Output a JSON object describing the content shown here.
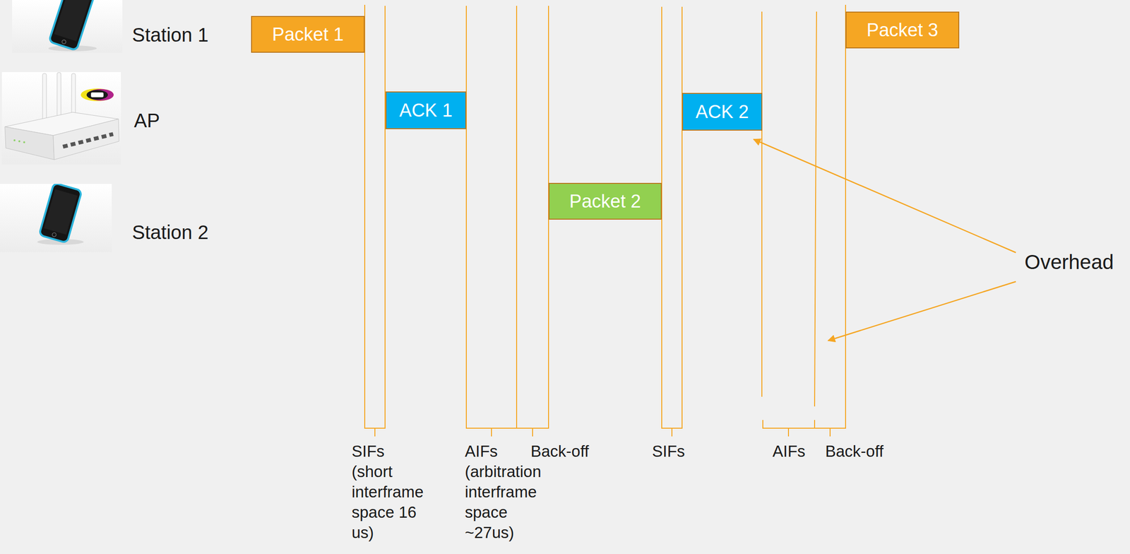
{
  "diagram": {
    "nodes": [
      {
        "text": [
          "Packet 1"
        ]
      },
      {
        "text": [
          "ACK 1"
        ]
      },
      {
        "text": [
          "Packet 2"
        ]
      },
      {
        "text": [
          "ACK 2"
        ]
      },
      {
        "text": [
          "Packet 3"
        ]
      }
    ],
    "labels": [
      "Station 1",
      "AP",
      "Station 2",
      "SIFs (short interframe space 16 us)",
      "AIFs (arbitration interframe space ~27us)",
      "Back-off",
      "SIFs",
      "AIFs",
      "Back-off",
      "Overhead"
    ]
  }
}
